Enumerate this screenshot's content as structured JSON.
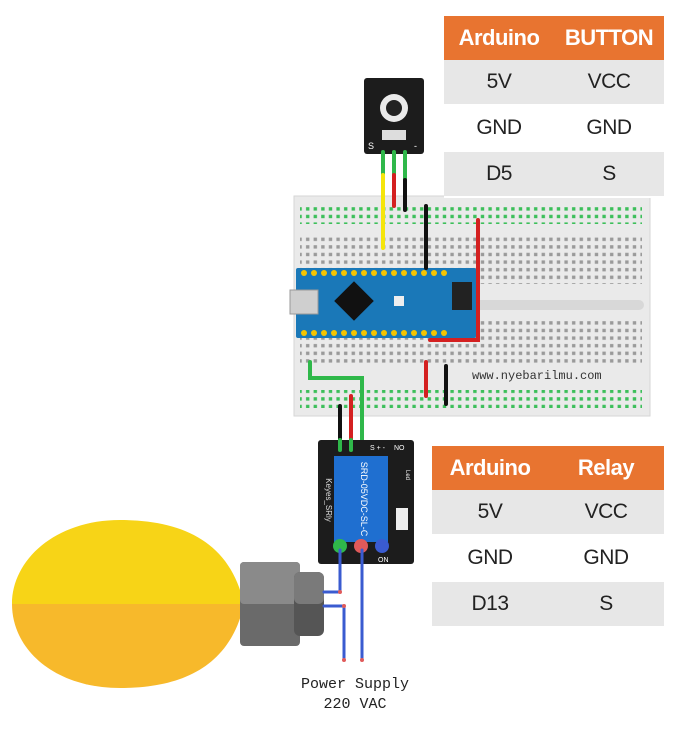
{
  "button_table": {
    "headers": [
      "Arduino",
      "BUTTON"
    ],
    "rows": [
      [
        "5V",
        "VCC"
      ],
      [
        "GND",
        "GND"
      ],
      [
        "D5",
        "S"
      ]
    ]
  },
  "relay_table": {
    "headers": [
      "Arduino",
      "Relay"
    ],
    "rows": [
      [
        "5V",
        "VCC"
      ],
      [
        "GND",
        "GND"
      ],
      [
        "D13",
        "S"
      ]
    ]
  },
  "watermark": "www.nyebarilmu.com",
  "power_supply": {
    "line1": "Power Supply",
    "line2": "220 VAC"
  },
  "button_module": {
    "pin_left": "S",
    "pin_right": "-"
  },
  "relay_module": {
    "model": "SRD-05VDC-SL-C",
    "brand": "Keyes_SRly",
    "pins": "S + -",
    "no_label": "NO",
    "led_label": "Led",
    "on_label": "ON"
  },
  "colors": {
    "header_orange": "#e87430",
    "row_gray": "#e7e7e7",
    "arduino_blue": "#1a78b8",
    "wire_red": "#d42020",
    "wire_black": "#111111",
    "wire_yellow": "#f5e50a",
    "wire_green": "#2fb84a",
    "wire_blue": "#3a5bd0",
    "bulb_yellow": "#f7d417",
    "bulb_orange": "#f7b92b"
  }
}
